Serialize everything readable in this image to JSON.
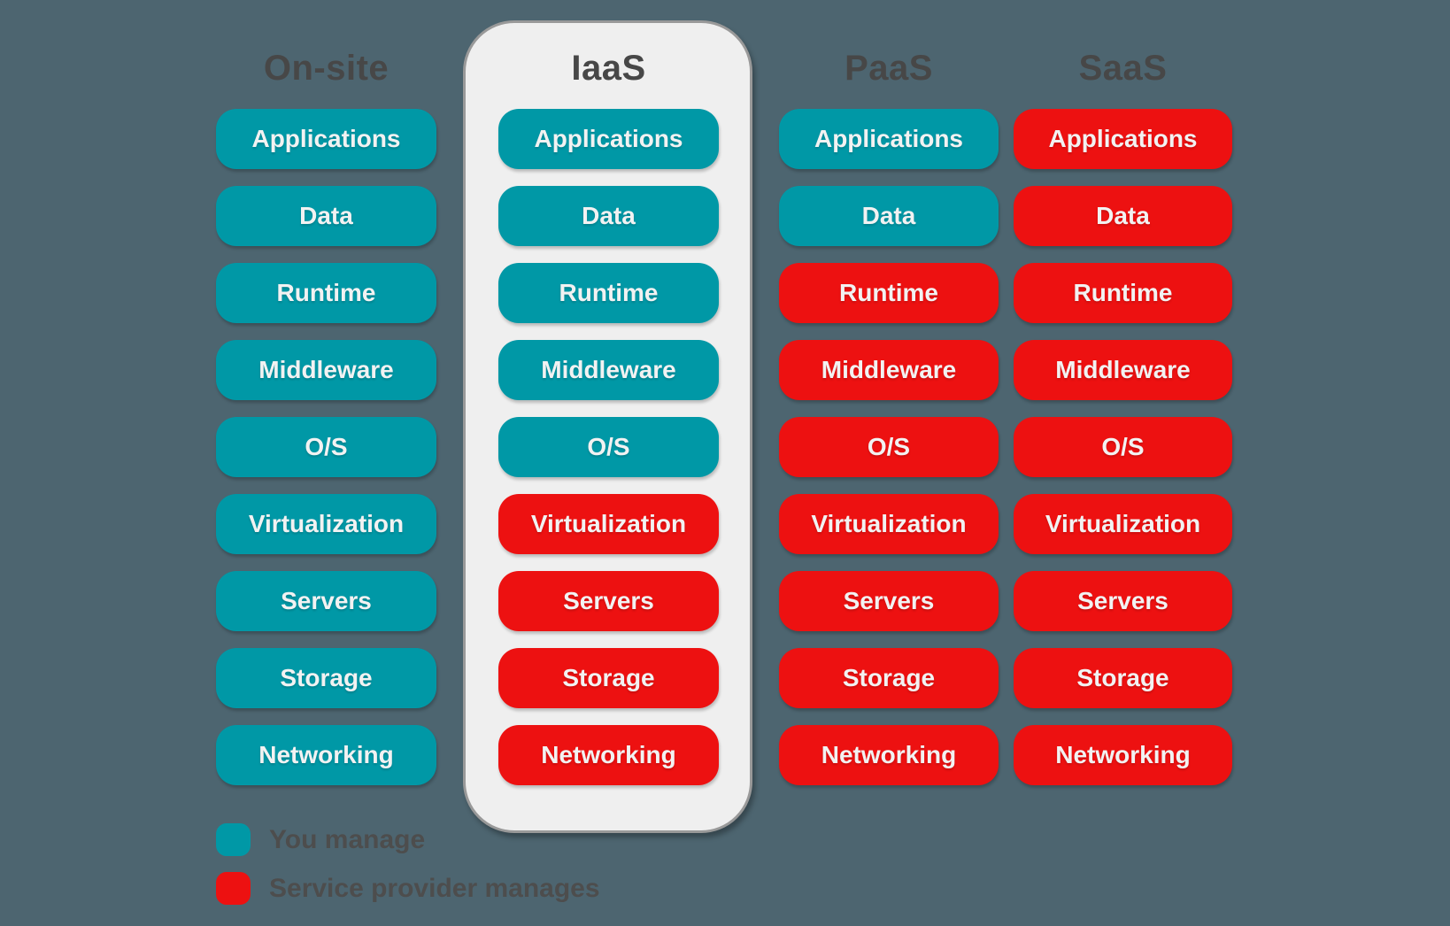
{
  "colors": {
    "you_manage": "#0098a6",
    "provider_manages": "#ed1111",
    "background": "#4d6570",
    "card_background": "#efefef",
    "card_border": "#999999",
    "header_text": "#474747",
    "pill_text": "#f2f2f2",
    "legend_text": "#4d4d4d"
  },
  "columns": [
    {
      "id": "on-site",
      "header": "On-site",
      "highlighted": false,
      "pills": [
        {
          "label": "Applications",
          "managed_by": "you"
        },
        {
          "label": "Data",
          "managed_by": "you"
        },
        {
          "label": "Runtime",
          "managed_by": "you"
        },
        {
          "label": "Middleware",
          "managed_by": "you"
        },
        {
          "label": "O/S",
          "managed_by": "you"
        },
        {
          "label": "Virtualization",
          "managed_by": "you"
        },
        {
          "label": "Servers",
          "managed_by": "you"
        },
        {
          "label": "Storage",
          "managed_by": "you"
        },
        {
          "label": "Networking",
          "managed_by": "you"
        }
      ]
    },
    {
      "id": "iaas",
      "header": "IaaS",
      "highlighted": true,
      "pills": [
        {
          "label": "Applications",
          "managed_by": "you"
        },
        {
          "label": "Data",
          "managed_by": "you"
        },
        {
          "label": "Runtime",
          "managed_by": "you"
        },
        {
          "label": "Middleware",
          "managed_by": "you"
        },
        {
          "label": "O/S",
          "managed_by": "you"
        },
        {
          "label": "Virtualization",
          "managed_by": "provider"
        },
        {
          "label": "Servers",
          "managed_by": "provider"
        },
        {
          "label": "Storage",
          "managed_by": "provider"
        },
        {
          "label": "Networking",
          "managed_by": "provider"
        }
      ]
    },
    {
      "id": "paas",
      "header": "PaaS",
      "highlighted": false,
      "pills": [
        {
          "label": "Applications",
          "managed_by": "you"
        },
        {
          "label": "Data",
          "managed_by": "you"
        },
        {
          "label": "Runtime",
          "managed_by": "provider"
        },
        {
          "label": "Middleware",
          "managed_by": "provider"
        },
        {
          "label": "O/S",
          "managed_by": "provider"
        },
        {
          "label": "Virtualization",
          "managed_by": "provider"
        },
        {
          "label": "Servers",
          "managed_by": "provider"
        },
        {
          "label": "Storage",
          "managed_by": "provider"
        },
        {
          "label": "Networking",
          "managed_by": "provider"
        }
      ]
    },
    {
      "id": "saas",
      "header": "SaaS",
      "highlighted": false,
      "pills": [
        {
          "label": "Applications",
          "managed_by": "provider"
        },
        {
          "label": "Data",
          "managed_by": "provider"
        },
        {
          "label": "Runtime",
          "managed_by": "provider"
        },
        {
          "label": "Middleware",
          "managed_by": "provider"
        },
        {
          "label": "O/S",
          "managed_by": "provider"
        },
        {
          "label": "Virtualization",
          "managed_by": "provider"
        },
        {
          "label": "Servers",
          "managed_by": "provider"
        },
        {
          "label": "Storage",
          "managed_by": "provider"
        },
        {
          "label": "Networking",
          "managed_by": "provider"
        }
      ]
    }
  ],
  "legend": [
    {
      "key": "you",
      "label": "You manage"
    },
    {
      "key": "provider",
      "label": "Service provider manages"
    }
  ]
}
